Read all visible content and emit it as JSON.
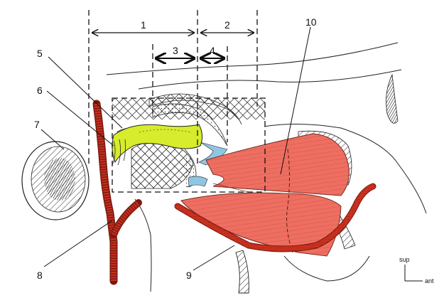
{
  "labels": {
    "l1": "1",
    "l2": "2",
    "l3": "3",
    "l4": "4",
    "l5": "5",
    "l6": "6",
    "l7": "7",
    "l8": "8",
    "l9": "9",
    "l10": "10"
  },
  "orientation": {
    "up": "sup",
    "right": "ant"
  },
  "colors": {
    "muscle": "#ee6f61",
    "artery": "#c9301f",
    "disc": "#d6ec2c",
    "cartilage": "#8fc7e3"
  }
}
